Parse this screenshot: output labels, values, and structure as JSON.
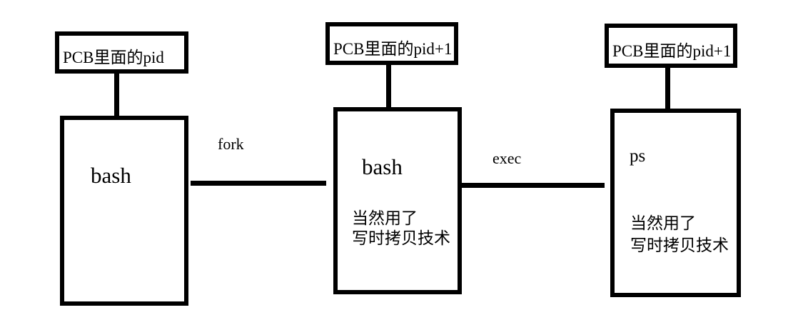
{
  "canvas": {
    "background": "#ffffff",
    "stroke_color": "#000000",
    "text_color": "#000000"
  },
  "pcb_labels": [
    {
      "text": "PCB里面的pid"
    },
    {
      "text": "PCB里面的pid+1"
    },
    {
      "text": "PCB里面的pid+1"
    }
  ],
  "processes": [
    {
      "name": "bash",
      "notes": []
    },
    {
      "name": "bash",
      "notes": [
        "当然用了",
        "写时拷贝技术"
      ]
    },
    {
      "name": "ps",
      "notes": [
        "当然用了",
        "写时拷贝技术"
      ]
    }
  ],
  "edges": [
    {
      "label": "fork"
    },
    {
      "label": "exec"
    }
  ]
}
